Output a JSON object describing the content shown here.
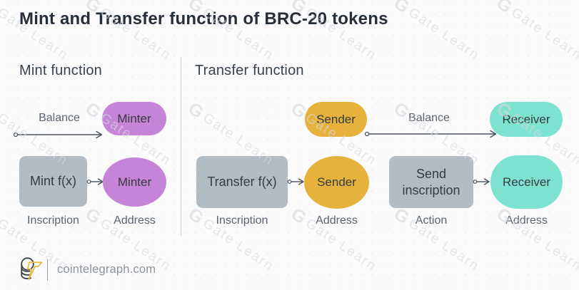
{
  "title": "Mint and Transfer function of BRC-20 tokens",
  "watermark": {
    "logo_glyph": "G",
    "text": "Gate Learn"
  },
  "colors": {
    "purple": "#c584d7",
    "yellow": "#e7b23c",
    "teal": "#7de2d0",
    "gray_box": "#b4bcc3",
    "background": "#fbfbfc"
  },
  "sections": {
    "mint": {
      "heading": "Mint function",
      "flow1": {
        "label": "Balance",
        "target": "Minter"
      },
      "flow2": {
        "source": "Mint f(x)",
        "target": "Minter",
        "source_caption": "Inscription",
        "target_caption": "Address"
      }
    },
    "transfer": {
      "heading": "Transfer function",
      "flow1": {
        "source": "Sender",
        "label": "Balance",
        "target": "Receiver"
      },
      "flow2": {
        "source": "Transfer f(x)",
        "target": "Sender",
        "source_caption": "Inscription",
        "target_caption": "Address"
      },
      "flow3": {
        "source": "Send inscription",
        "target": "Receiver",
        "source_caption": "Action",
        "target_caption": "Address"
      }
    }
  },
  "footer": {
    "site": "cointelegraph.com"
  }
}
